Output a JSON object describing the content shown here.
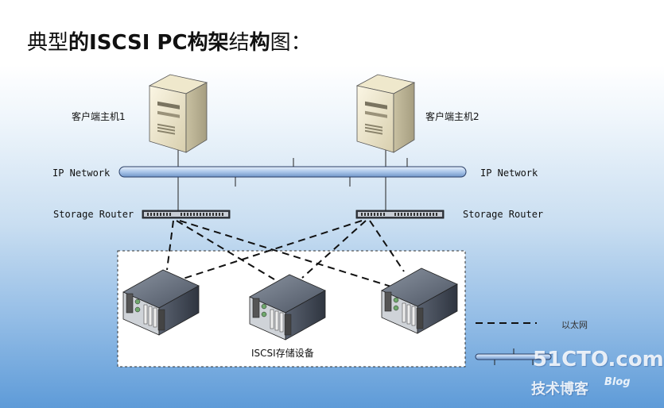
{
  "title": {
    "part1": "典型",
    "part2": "的ISCSI PC构架",
    "part3": "结",
    "part4": "构",
    "part5": "图："
  },
  "hosts": [
    {
      "label": "客户端主机1"
    },
    {
      "label": "客户端主机2"
    }
  ],
  "network": {
    "left_label": "IP Network",
    "right_label": "IP Network"
  },
  "routers": {
    "left_label": "Storage Router",
    "right_label": "Storage Router"
  },
  "storage": {
    "label": "ISCSI存储设备"
  },
  "legend": {
    "ethernet_label": "以太网"
  },
  "watermark": {
    "site": "51CTO.com",
    "sub": "技术博客",
    "blog": "Blog"
  }
}
